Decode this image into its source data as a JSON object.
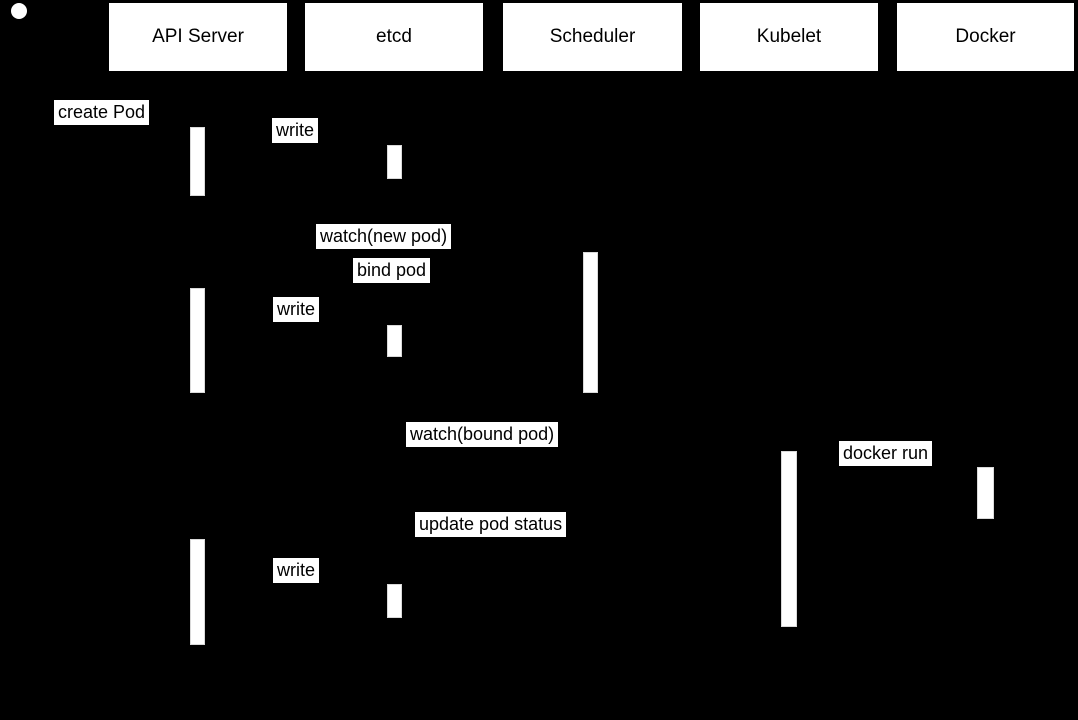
{
  "colors": {
    "background": "#000000",
    "shape_fill": "#ffffff",
    "shape_text": "#000000"
  },
  "participants": [
    {
      "label": "API Server"
    },
    {
      "label": "etcd"
    },
    {
      "label": "Scheduler"
    },
    {
      "label": "Kubelet"
    },
    {
      "label": "Docker"
    }
  ],
  "messages": [
    {
      "label": "create Pod"
    },
    {
      "label": "write"
    },
    {
      "label": "watch(new pod)"
    },
    {
      "label": "bind pod"
    },
    {
      "label": "write"
    },
    {
      "label": "watch(bound pod)"
    },
    {
      "label": "docker run"
    },
    {
      "label": "update pod status"
    },
    {
      "label": "write"
    }
  ],
  "activations": [
    {
      "lifeline": "API Server"
    },
    {
      "lifeline": "etcd"
    },
    {
      "lifeline": "API Server"
    },
    {
      "lifeline": "etcd"
    },
    {
      "lifeline": "Scheduler"
    },
    {
      "lifeline": "Kubelet"
    },
    {
      "lifeline": "Docker"
    },
    {
      "lifeline": "API Server"
    },
    {
      "lifeline": "etcd"
    }
  ]
}
